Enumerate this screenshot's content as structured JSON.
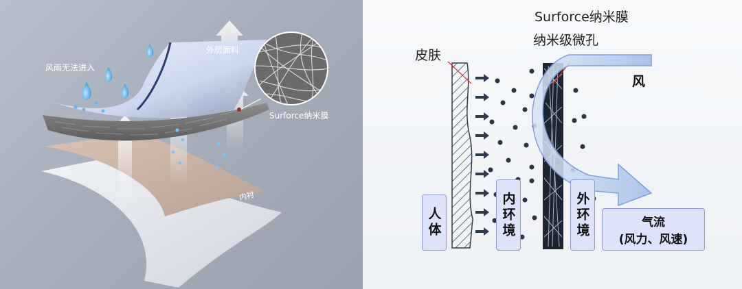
{
  "left_panel": {
    "rain_label": "风雨无法进入",
    "outer_fabric_label": "外层面料",
    "membrane_label": "Surforce纳米膜",
    "lining_label": "内衬"
  },
  "right_panel": {
    "title": "Surforce纳米膜",
    "subtitle": "纳米级微孔",
    "skin_label": "皮肤",
    "wind_label": "风",
    "human_body_label": "人体",
    "inner_env_label": "内环境",
    "outer_env_label": "外环境",
    "airflow_label_line1": "气流",
    "airflow_label_line2": "(风力、风速)"
  },
  "colors": {
    "left_background": "#a7aebb",
    "right_background": "#f2f4f6",
    "box_fill": "#dde3f8",
    "box_border": "#8e9bd0",
    "leader_line": "#d9231f",
    "particle": "#2b3544",
    "wind_arrow": "#9fb6e6"
  }
}
